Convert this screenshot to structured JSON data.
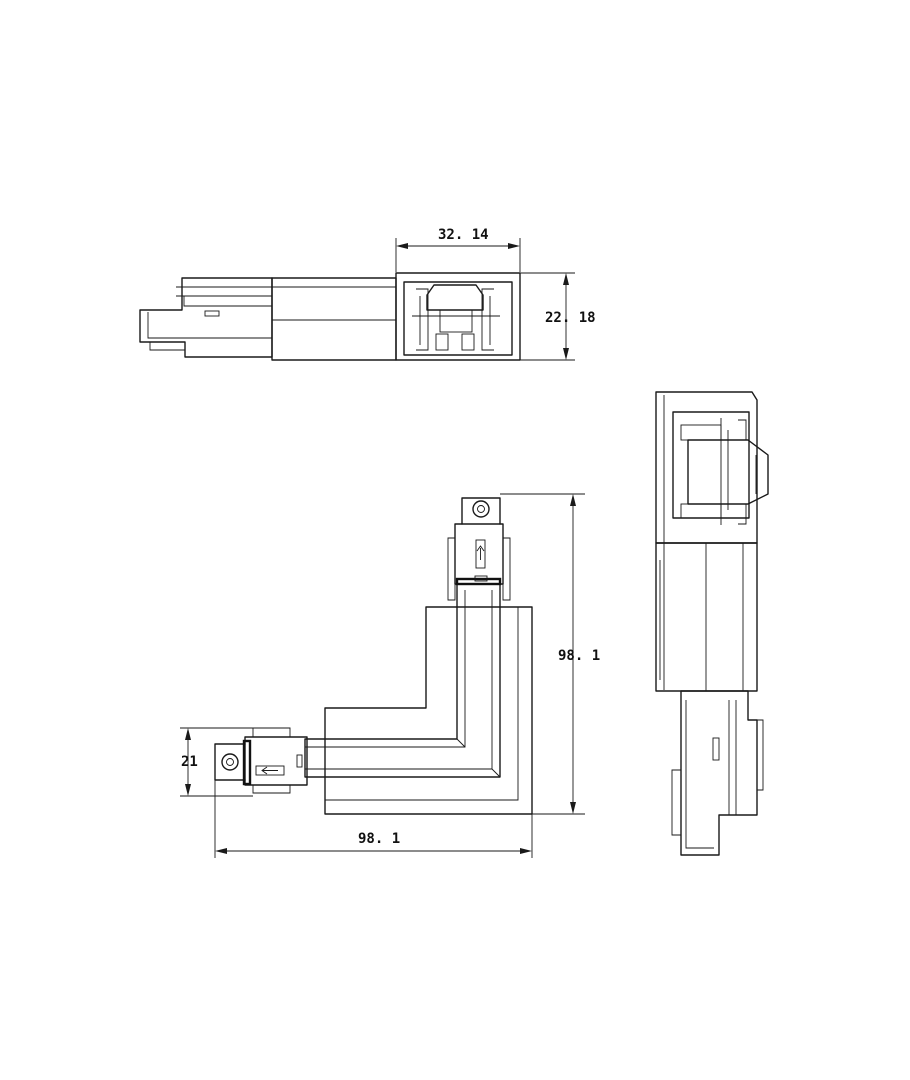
{
  "dimensions": {
    "top_width": "32. 14",
    "top_height": "22. 18",
    "plan_height": "98. 1",
    "plan_width": "98. 1",
    "plan_leg": "21"
  }
}
